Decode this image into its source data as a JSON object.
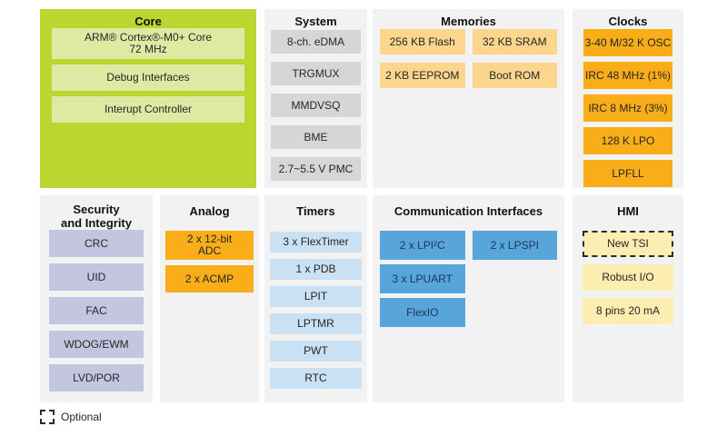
{
  "sections": {
    "core": {
      "title": "Core",
      "items": [
        "ARM® Cortex®-M0+ Core\n72 MHz",
        "Debug Interfaces",
        "Interupt Controller"
      ]
    },
    "system": {
      "title": "System",
      "items": [
        "8-ch. eDMA",
        "TRGMUX",
        "MMDVSQ",
        "BME",
        "2.7~5.5 V PMC"
      ]
    },
    "memories": {
      "title": "Memories",
      "items": [
        "256 KB Flash",
        "32 KB SRAM",
        "2 KB EEPROM",
        "Boot ROM"
      ]
    },
    "clocks": {
      "title": "Clocks",
      "items": [
        "3-40 M/32 K OSC",
        "IRC 48 MHz (1%)",
        "IRC 8 MHz (3%)",
        "128 K LPO",
        "LPFLL"
      ]
    },
    "security": {
      "title": "Security\nand Integrity",
      "items": [
        "CRC",
        "UID",
        "FAC",
        "WDOG/EWM",
        "LVD/POR"
      ]
    },
    "analog": {
      "title": "Analog",
      "items": [
        "2 x 12-bit\nADC",
        "2 x ACMP"
      ]
    },
    "timers": {
      "title": "Timers",
      "items": [
        "3 x FlexTimer",
        "1 x PDB",
        "LPIT",
        "LPTMR",
        "PWT",
        "RTC"
      ]
    },
    "comm": {
      "title": "Communication Interfaces",
      "items": [
        "2 x LPI²C",
        "2 x LPSPI",
        "3 x LPUART",
        "FlexIO"
      ]
    },
    "hmi": {
      "title": "HMI",
      "items": [
        "New TSI",
        "Robust I/O",
        "8 pins 20 mA"
      ],
      "optional_item": "New TSI"
    }
  },
  "legend": {
    "label": "Optional"
  },
  "colors": {
    "core_bg": "#bdd531",
    "core_block_bg": "#dfe9a2",
    "panel_bg": "#f2f2f2",
    "system_block_bg": "#d6d6d6",
    "memories_block_bg": "#fbd68c",
    "clocks_block_bg": "#f9ad19",
    "security_block_bg": "#c4c6e1",
    "analog_block_bg": "#f9ad19",
    "timers_block_bg": "#c9e1f3",
    "comm_block_bg": "#58a5d9",
    "comm_text": "#17365d",
    "hmi_block_bg": "#fcedb1"
  }
}
